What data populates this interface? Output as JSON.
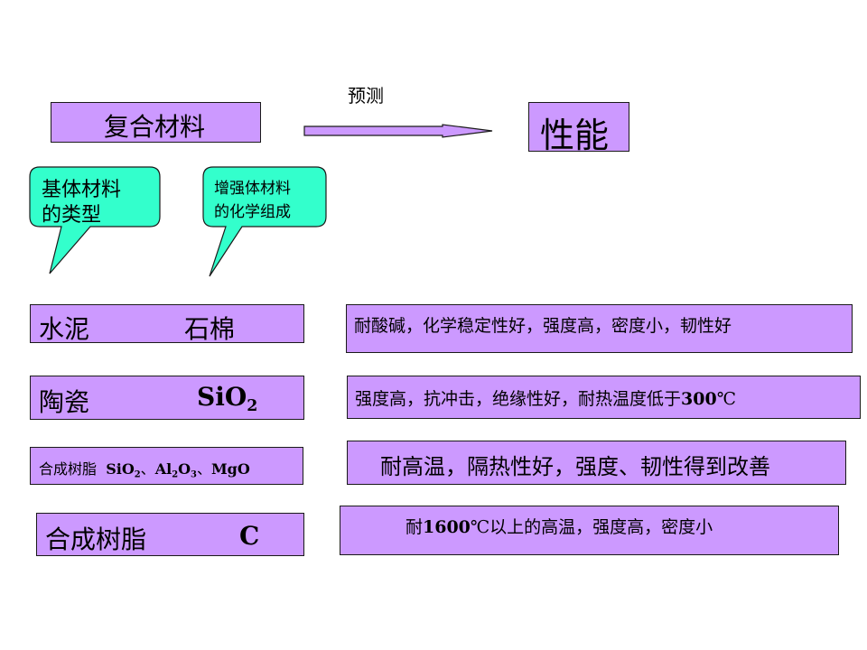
{
  "header": {
    "source": "复合材料",
    "arrow_label": "预测",
    "target": "性能"
  },
  "callouts": {
    "matrix": {
      "line1": "基体材料",
      "line2": "的类型"
    },
    "reinforcement": {
      "line1": "增强体材料",
      "line2": "的化学组成"
    }
  },
  "rows": [
    {
      "left": {
        "name1": "水泥",
        "name2": "石棉"
      },
      "right": "耐酸碱，化学稳定性好，强度高，密度小，韧性好"
    },
    {
      "left": {
        "name": "陶瓷",
        "formula_base": "SiO",
        "formula_sub": "2"
      },
      "right": {
        "pre": "强度高，抗冲击，绝缘性好，耐热温度低于",
        "num": "300",
        "post": "℃"
      }
    },
    {
      "left": {
        "name": "合成树脂",
        "f1_base": "SiO",
        "f1_sub": "2",
        "sep1": "、",
        "f2_a": "Al",
        "f2_sub1": "2",
        "f2_b": "O",
        "f2_sub2": "3",
        "sep2": "、",
        "f3": "MgO"
      },
      "right": "耐高温，隔热性好，强度、韧性得到改善"
    },
    {
      "left": {
        "name": "合成树脂",
        "formula": "C"
      },
      "right": {
        "pre": "耐",
        "num": "1600",
        "post": "℃以上的高温，强度高，密度小"
      }
    }
  ],
  "colors": {
    "box_fill": "#cc99ff",
    "callout_fill": "#33ffcc",
    "border": "#1a1a1a",
    "background": "#ffffff"
  }
}
